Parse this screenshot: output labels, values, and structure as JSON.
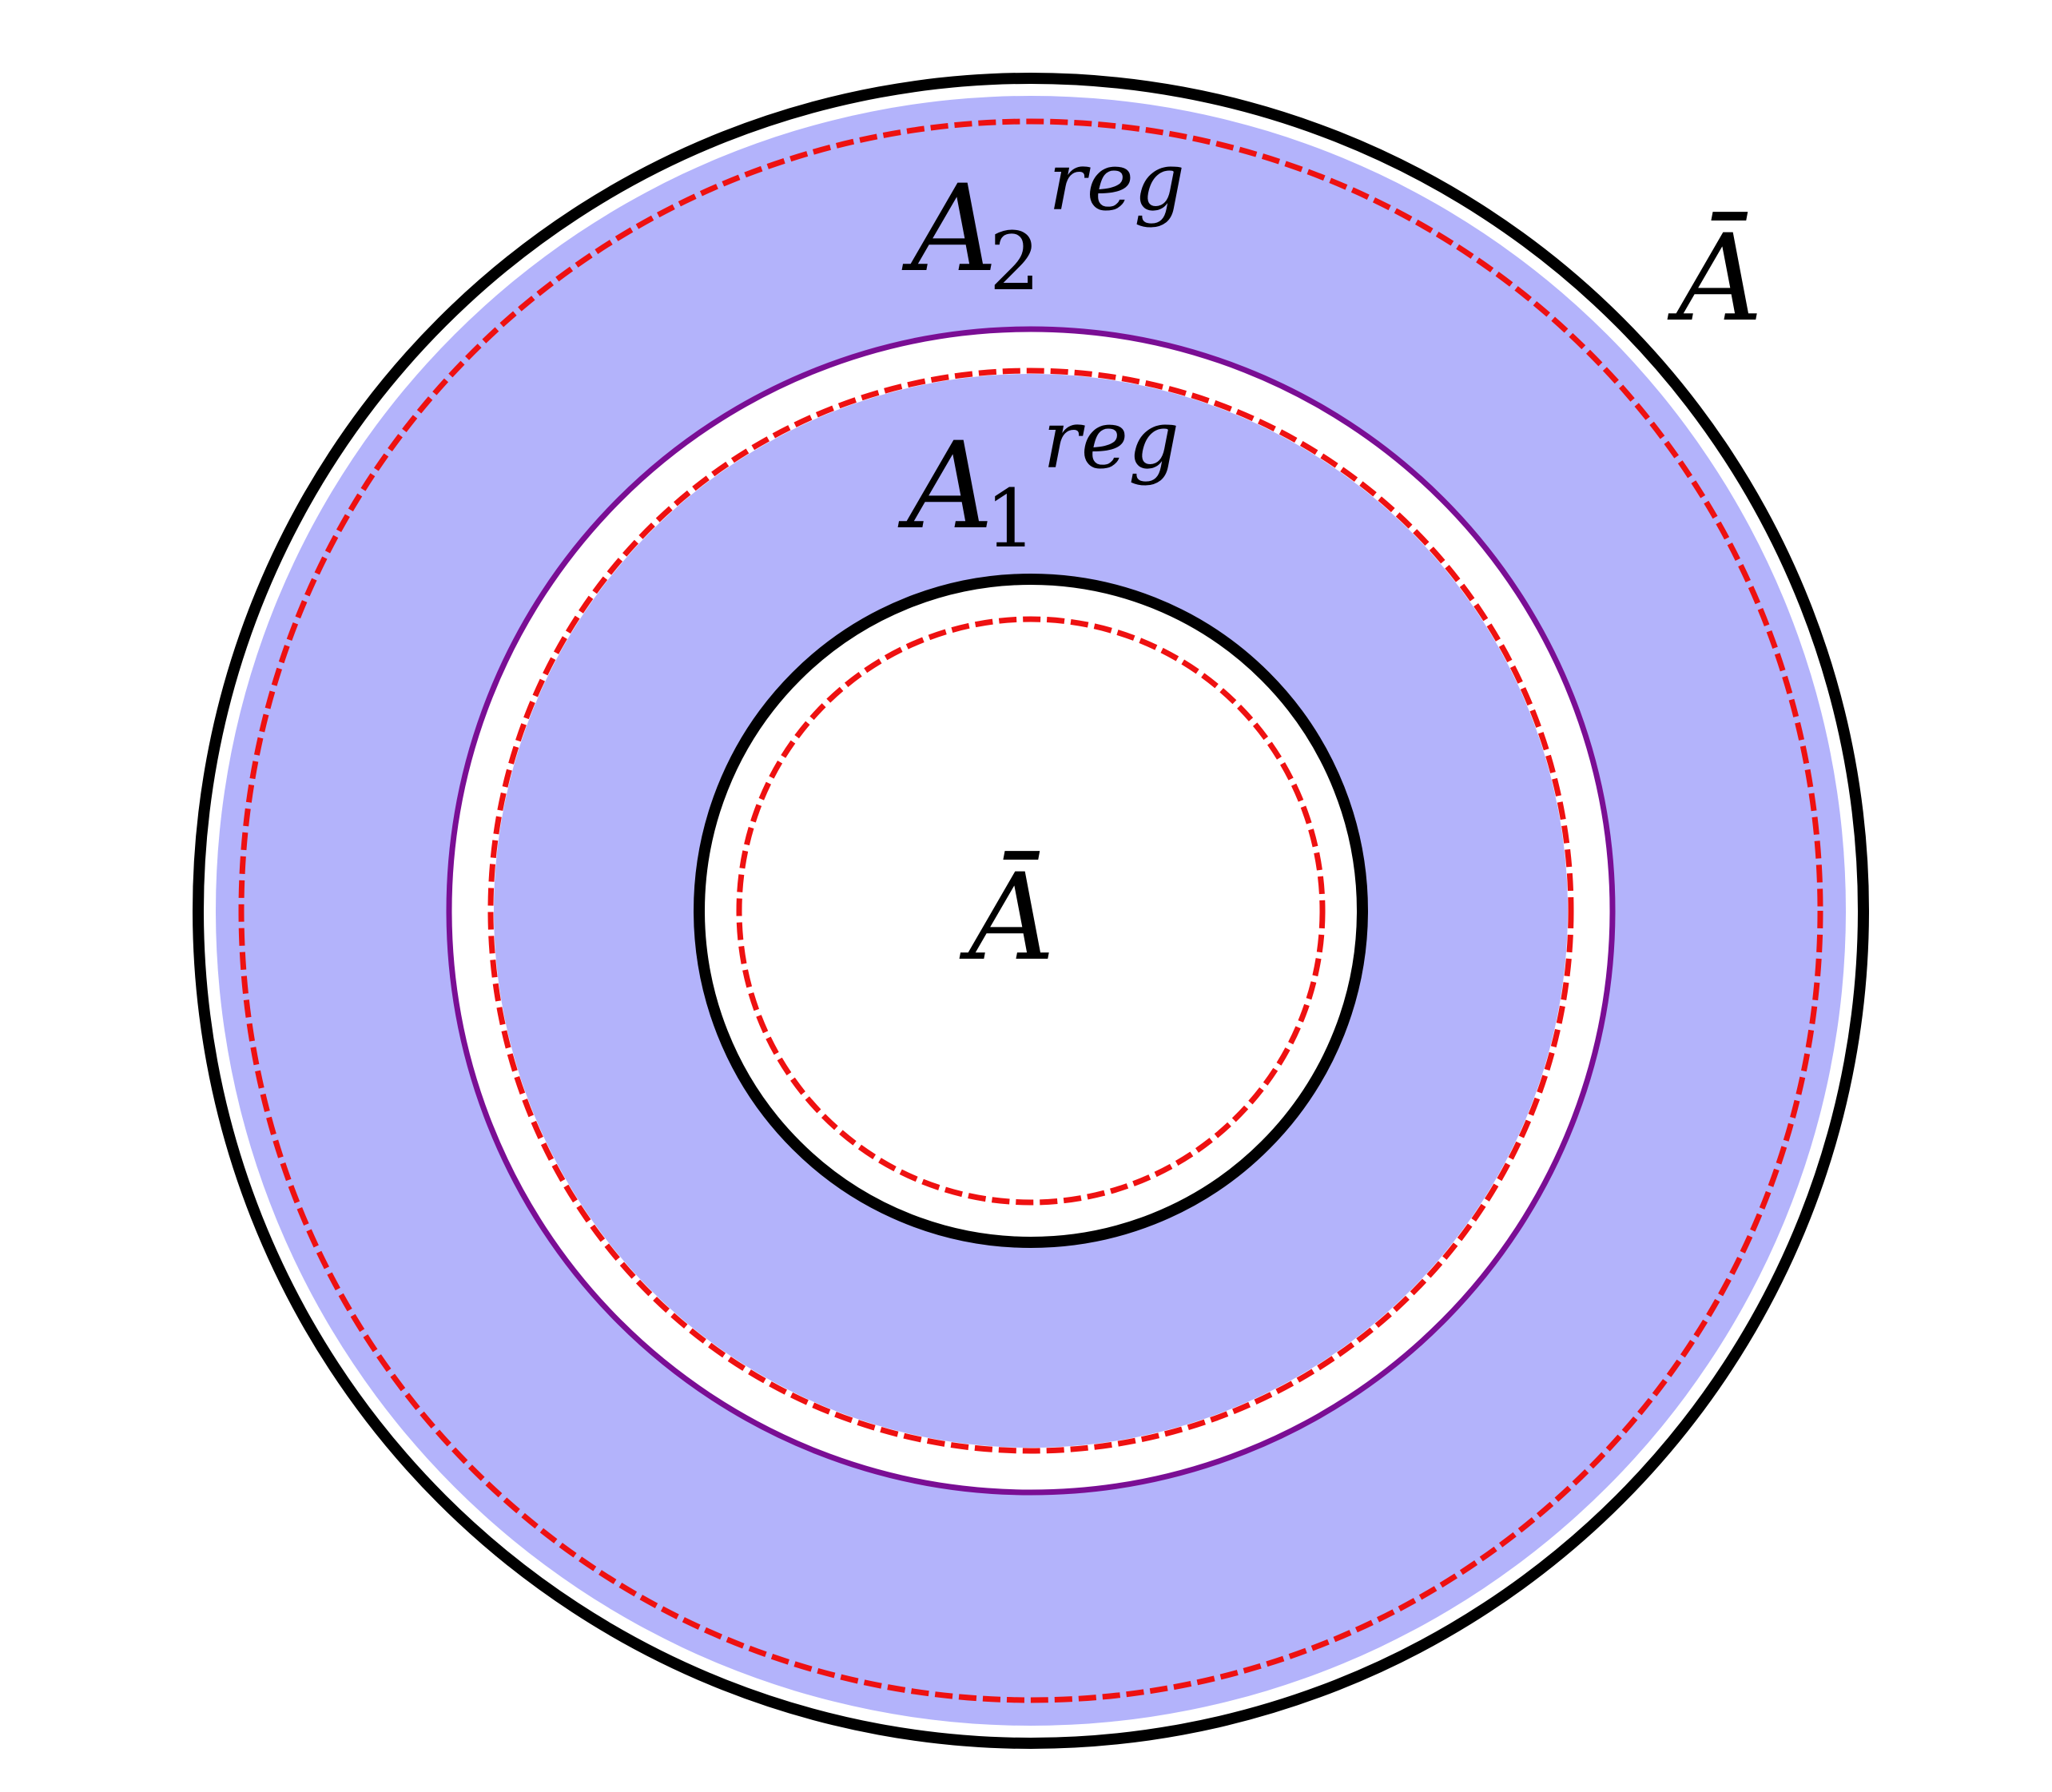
{
  "colors": {
    "fill_region": "#b3b3fb",
    "background": "#ffffff",
    "boundary_black": "#000000",
    "boundary_purple": "#7a0e94",
    "dashed_red": "#ee1111"
  },
  "labels": {
    "a2_main": "A",
    "a2_sub": "2",
    "a2_sup": "reg",
    "a1_main": "A",
    "a1_sub": "1",
    "a1_sup": "reg",
    "abar_outer": "Ā",
    "abar_inner": "Ā"
  }
}
